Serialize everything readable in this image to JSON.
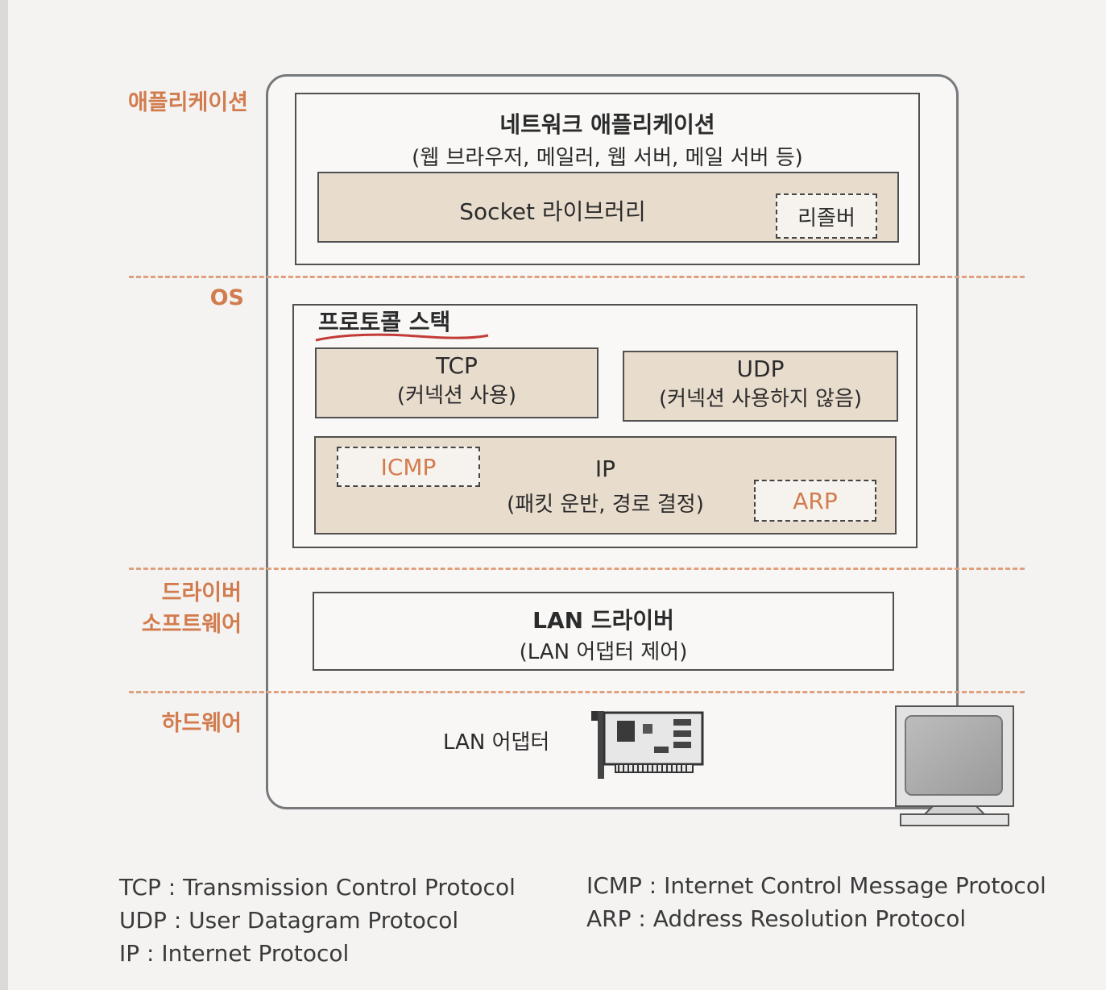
{
  "layers": {
    "application": "애플리케이션",
    "os": "OS",
    "driver_line1": "드라이버",
    "driver_line2": "소프트웨어",
    "hardware": "하드웨어"
  },
  "app_box": {
    "title": "네트워크 애플리케이션",
    "subtitle": "(웹 브라우저, 메일러, 웹 서버, 메일 서버 등)",
    "socket_label": "Socket 라이브러리",
    "resolver_label": "리졸버"
  },
  "protocol_stack": {
    "title": "프로토콜 스택",
    "tcp": {
      "name": "TCP",
      "desc": "(커넥션 사용)"
    },
    "udp": {
      "name": "UDP",
      "desc": "(커넥션 사용하지 않음)"
    },
    "ip": {
      "name": "IP",
      "desc": "(패킷 운반, 경로 결정)"
    },
    "icmp": "ICMP",
    "arp": "ARP"
  },
  "driver_box": {
    "title": "LAN 드라이버",
    "subtitle": "(LAN 어댑터 제어)"
  },
  "hardware": {
    "lan_adapter_label": "LAN 어댑터"
  },
  "legend": {
    "left": [
      "TCP : Transmission Control Protocol",
      "UDP : User Datagram Protocol",
      "IP : Internet Protocol"
    ],
    "right": [
      "ICMP : Internet Control Message Protocol",
      "ARP : Address Resolution Protocol"
    ]
  },
  "colors": {
    "accent_orange": "#d27c4e",
    "box_beige": "#e8dccd",
    "underline_red": "#c23b36"
  },
  "icons": [
    "network-card-icon",
    "computer-monitor-icon"
  ]
}
